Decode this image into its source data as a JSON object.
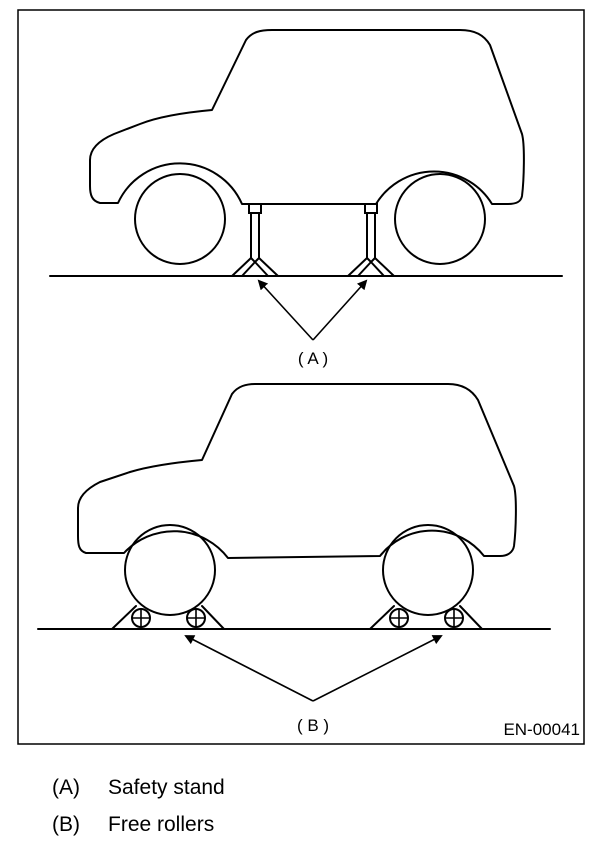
{
  "figure": {
    "code": "EN-00041",
    "label_a": "( A )",
    "label_b": "( B )"
  },
  "legend": [
    {
      "key": "(A)",
      "text": "Safety stand"
    },
    {
      "key": "(B)",
      "text": "Free rollers"
    }
  ]
}
